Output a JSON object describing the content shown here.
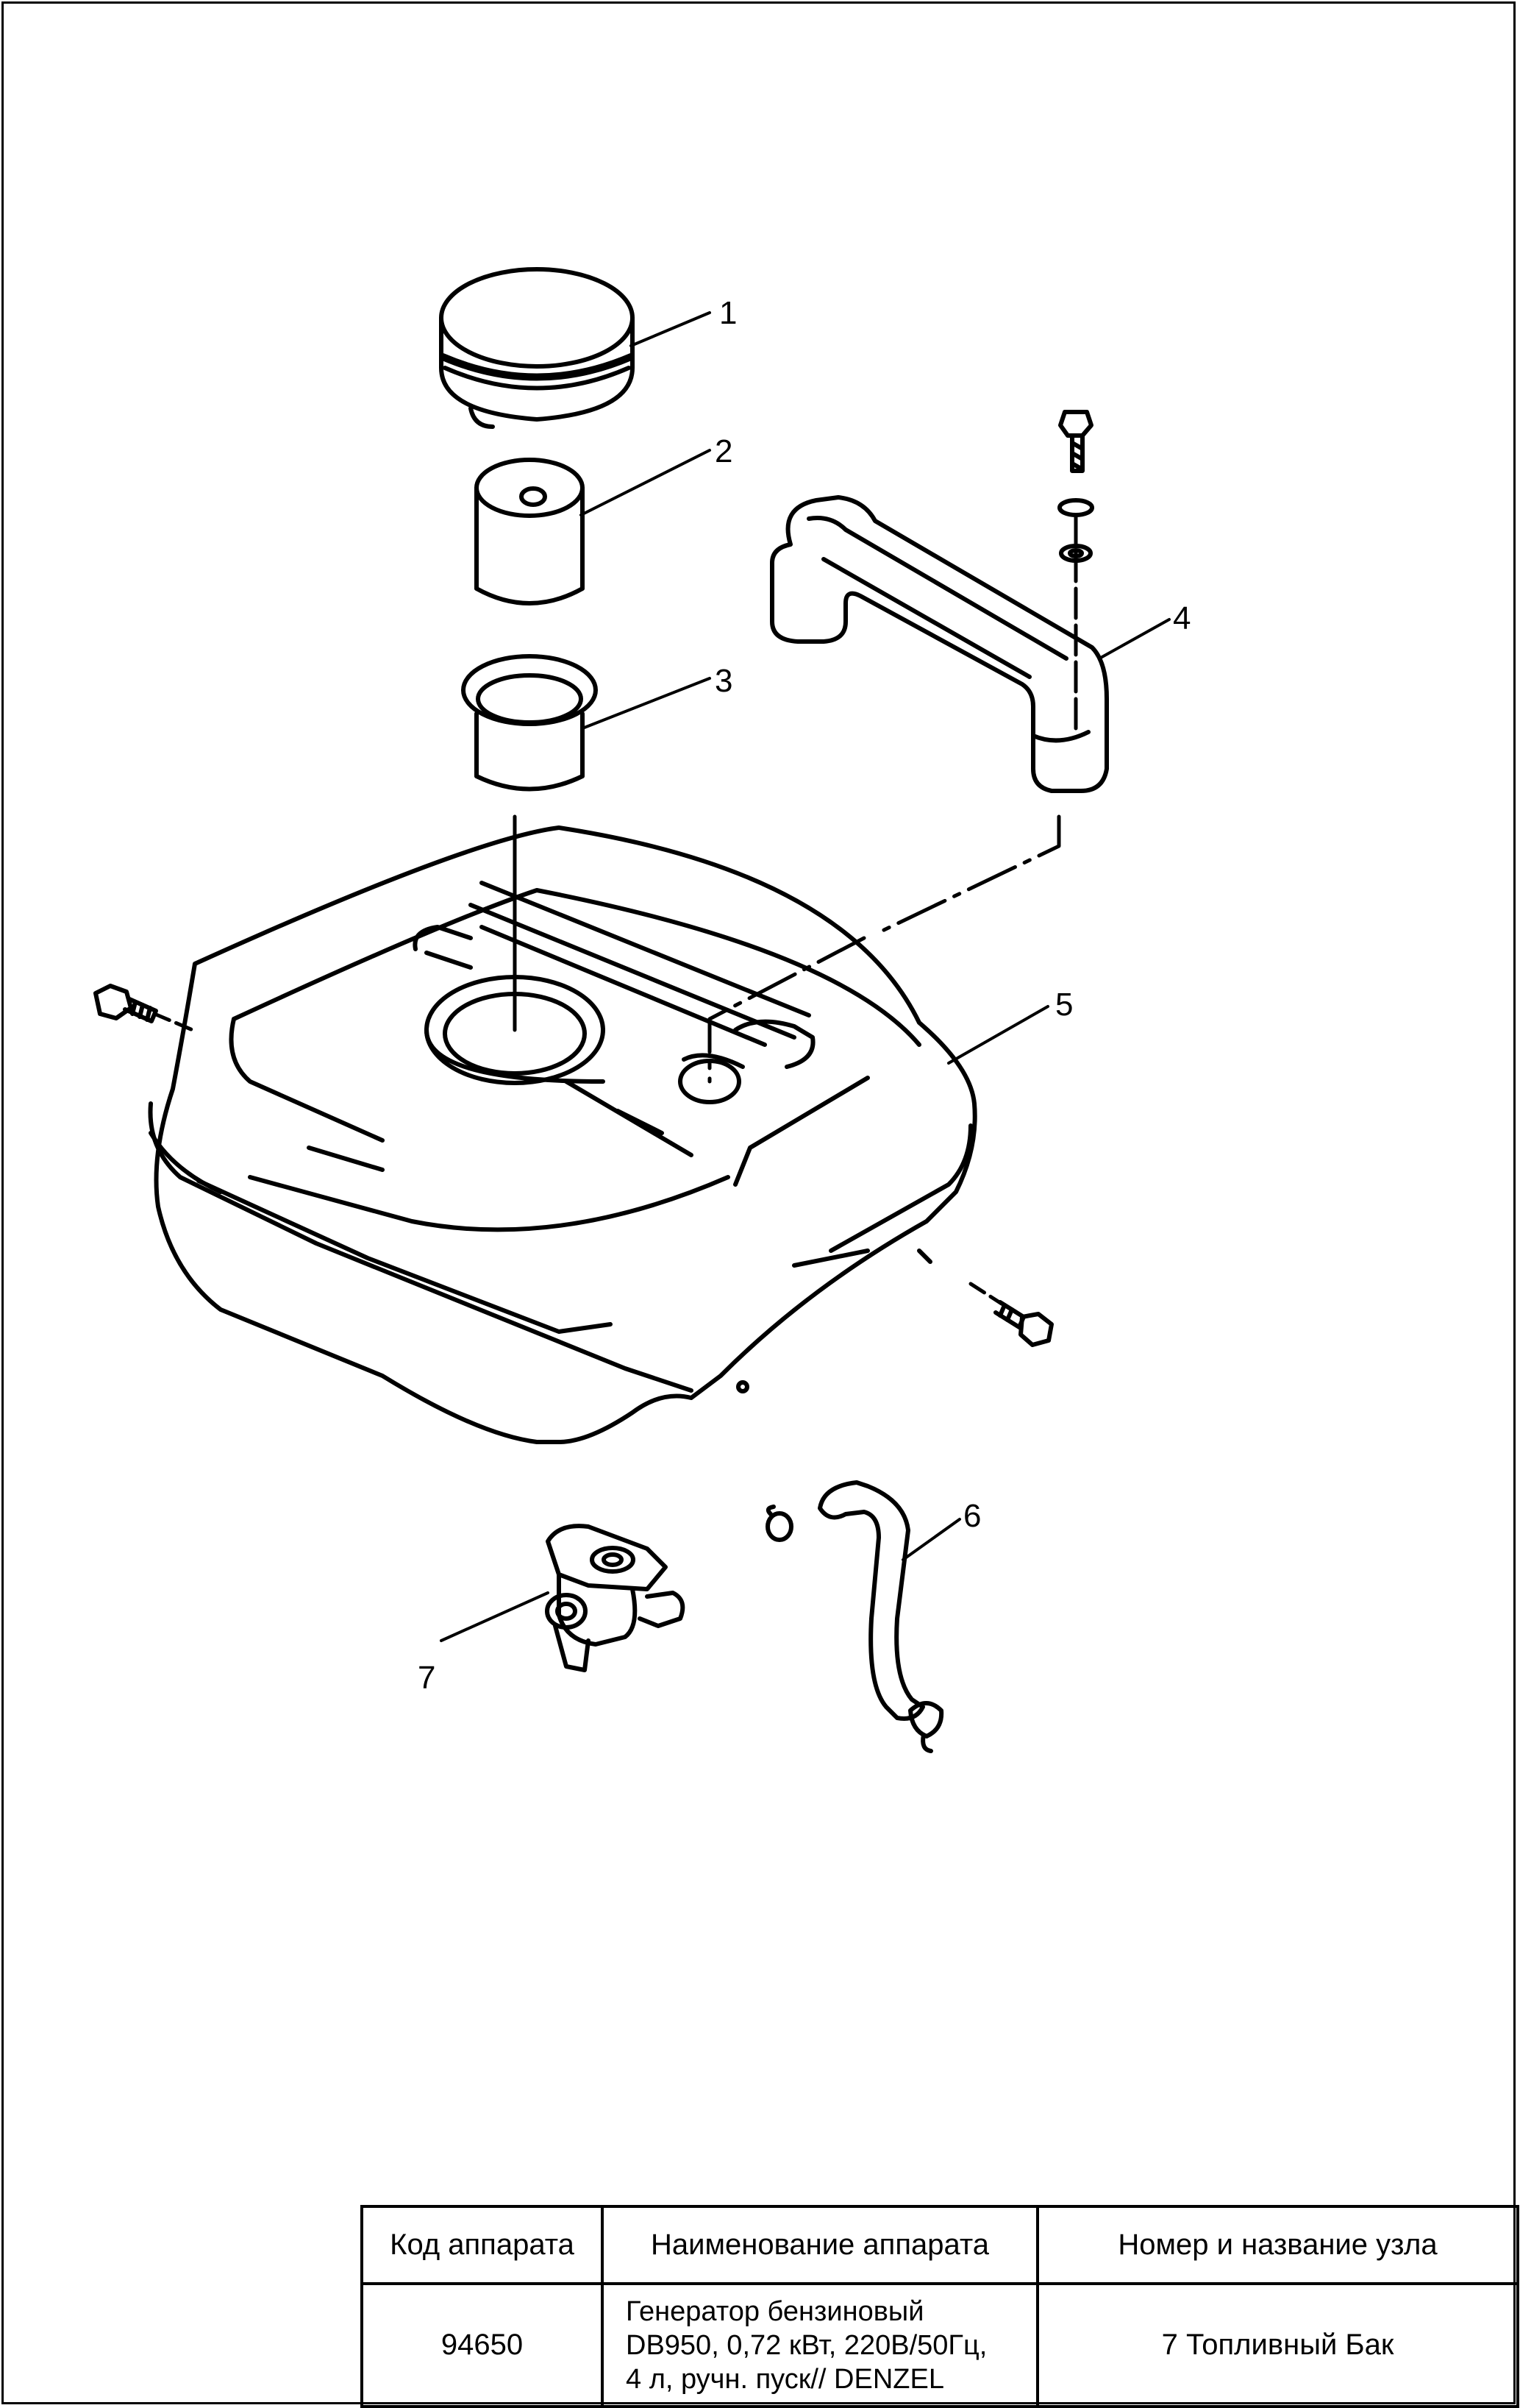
{
  "callouts": [
    "1",
    "2",
    "3",
    "4",
    "5",
    "6",
    "7"
  ],
  "title_block": {
    "headers": {
      "code": "Код аппарата",
      "name": "Наименование аппарата",
      "unit": "Номер и название узла"
    },
    "values": {
      "code": "94650",
      "name": "Генератор бензиновый\nDB950, 0,72 кВт, 220В/50Гц,\n4 л, ручн. пуск// DENZEL",
      "unit": "7 Топливный Бак"
    }
  }
}
